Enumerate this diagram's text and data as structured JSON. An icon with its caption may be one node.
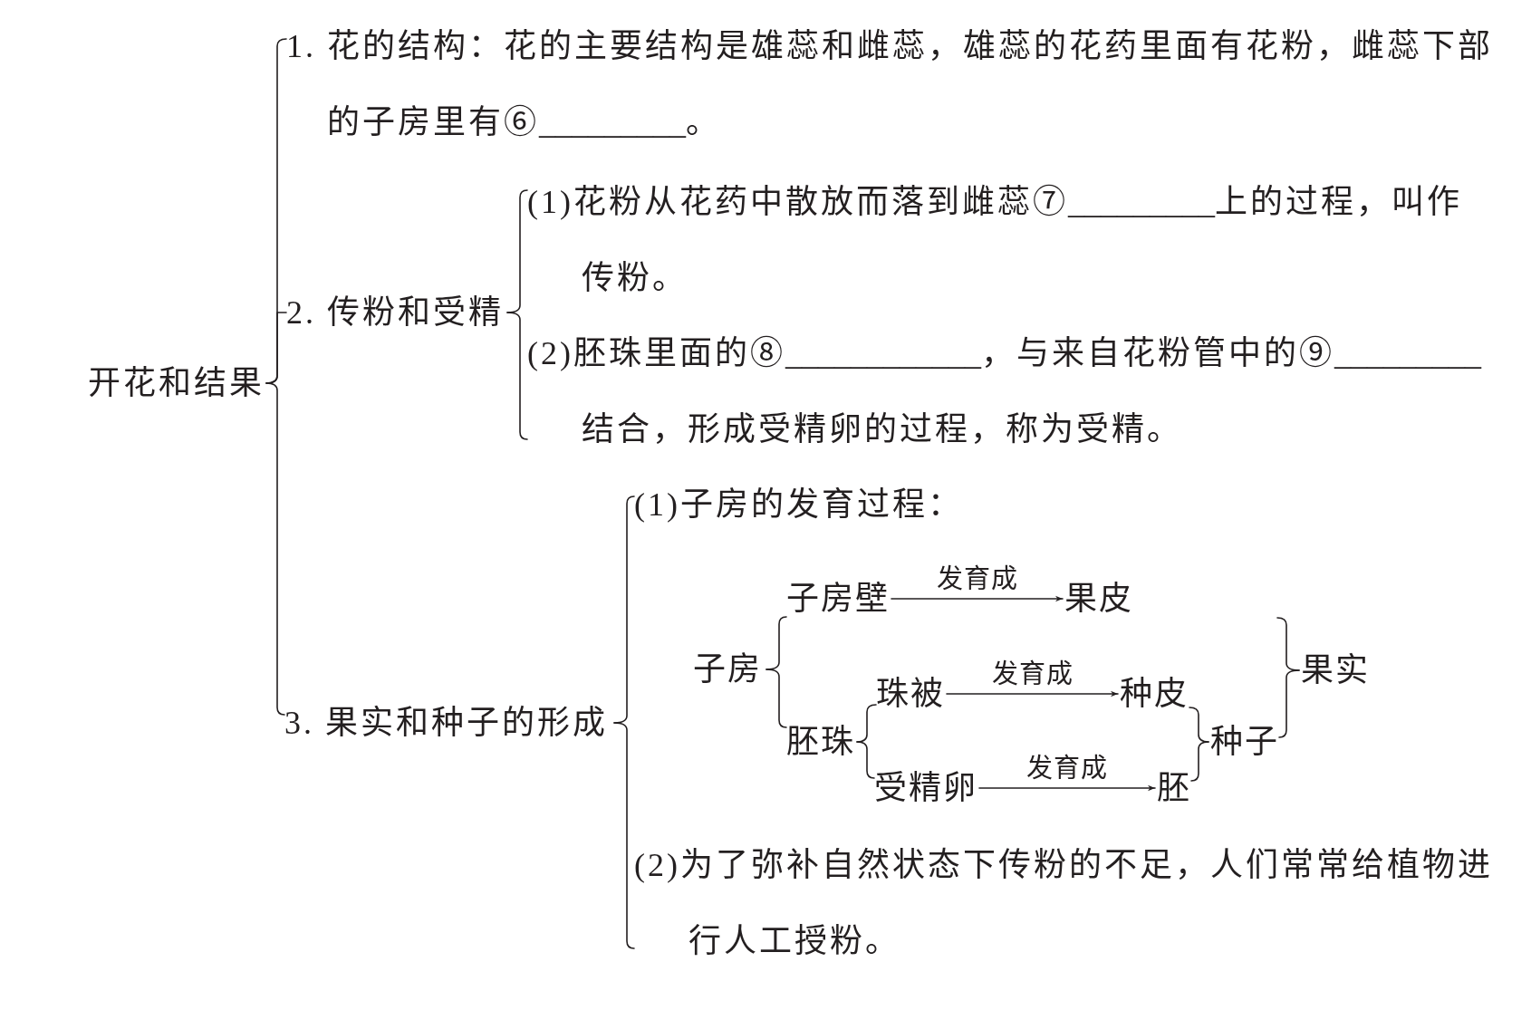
{
  "diagram": {
    "nodes": [
      {
        "text": [
          "开花和结果"
        ]
      },
      {
        "text": [
          "1. 花的结构：花的主要结构是雄蕊和雌蕊，雄蕊的花药里面有花粉，雌蕊下部的子房里有⑥_________。"
        ]
      },
      {
        "text": [
          "2. 传粉和受精"
        ]
      },
      {
        "text": [
          "(1)花粉从花药中散放而落到雌蕊⑦_________上的过程，叫作传粉。"
        ]
      },
      {
        "text": [
          "(2)胚珠里面的⑧____________，与来自花粉管中的⑨_________结合，形成受精卵的过程，称为受精。"
        ]
      },
      {
        "text": [
          "3. 果实和种子的形成"
        ]
      },
      {
        "text": [
          "(1)子房的发育过程："
        ]
      },
      {
        "text": [
          "子房"
        ]
      },
      {
        "text": [
          "子房壁"
        ]
      },
      {
        "text": [
          "果皮"
        ]
      },
      {
        "text": [
          "胚珠"
        ]
      },
      {
        "text": [
          "珠被"
        ]
      },
      {
        "text": [
          "种皮"
        ]
      },
      {
        "text": [
          "受精卵"
        ]
      },
      {
        "text": [
          "胚"
        ]
      },
      {
        "text": [
          "种子"
        ]
      },
      {
        "text": [
          "果实"
        ]
      },
      {
        "text": [
          "(2)为了弥补自然状态下传粉的不足，人们常常给植物进行人工授粉。"
        ]
      }
    ],
    "edges": [
      {
        "from": 0,
        "to": 1,
        "arrow": "none"
      },
      {
        "from": 0,
        "to": 2,
        "arrow": "none"
      },
      {
        "from": 0,
        "to": 5,
        "arrow": "none"
      },
      {
        "from": 2,
        "to": 3,
        "arrow": "none"
      },
      {
        "from": 2,
        "to": 4,
        "arrow": "none"
      },
      {
        "from": 5,
        "to": 6,
        "arrow": "none"
      },
      {
        "from": 5,
        "to": 17,
        "arrow": "none"
      },
      {
        "from": 7,
        "to": 8,
        "arrow": "none"
      },
      {
        "from": 7,
        "to": 10,
        "arrow": "none"
      },
      {
        "from": 8,
        "to": 9,
        "arrow": "to",
        "label": "发育成"
      },
      {
        "from": 10,
        "to": 11,
        "arrow": "none"
      },
      {
        "from": 10,
        "to": 13,
        "arrow": "none"
      },
      {
        "from": 11,
        "to": 12,
        "arrow": "to",
        "label": "发育成"
      },
      {
        "from": 13,
        "to": 14,
        "arrow": "to",
        "label": "发育成"
      },
      {
        "from": 12,
        "to": 15,
        "arrow": "none"
      },
      {
        "from": 14,
        "to": 15,
        "arrow": "none"
      },
      {
        "from": null,
        "to": 16,
        "arrow": "none"
      },
      {
        "from": 15,
        "to": 16,
        "arrow": "none"
      }
    ]
  }
}
